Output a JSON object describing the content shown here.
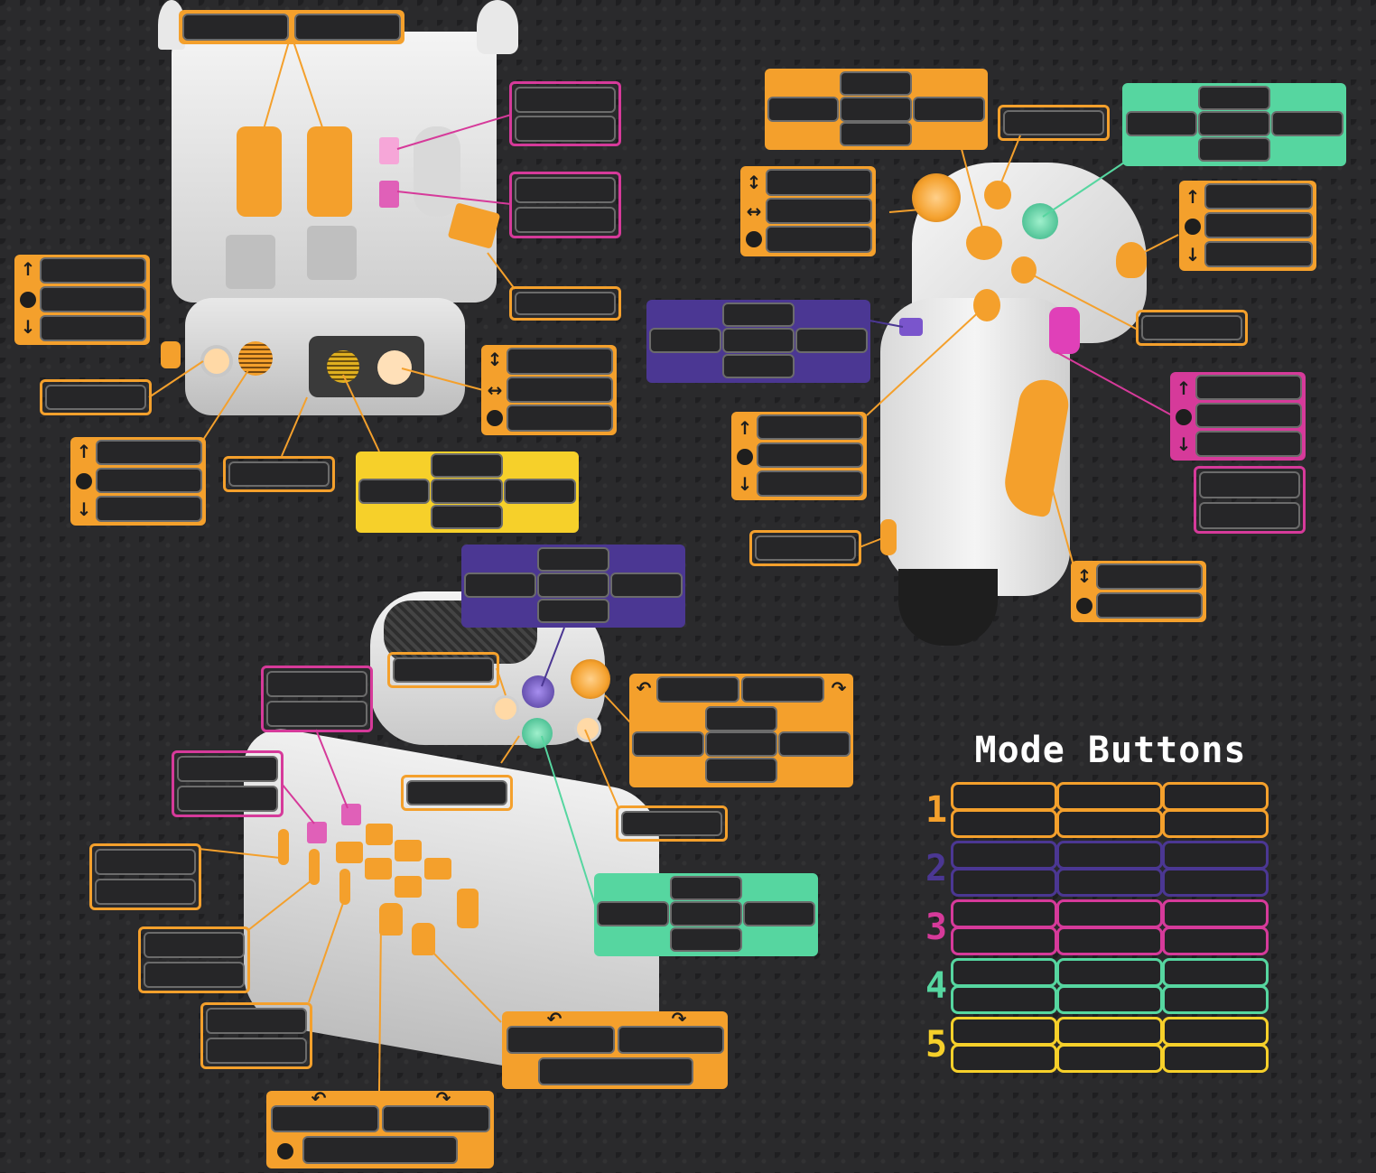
{
  "mode_section": {
    "title": "Mode Buttons",
    "modes": [
      {
        "number": "1",
        "color": "#f4a02c"
      },
      {
        "number": "2",
        "color": "#4b3793"
      },
      {
        "number": "3",
        "color": "#d63a9a"
      },
      {
        "number": "4",
        "color": "#56d6a0"
      },
      {
        "number": "5",
        "color": "#f6d02a"
      }
    ]
  },
  "colors": {
    "orange": "#f4a02c",
    "purple": "#4b3793",
    "pink": "#d63a9a",
    "green": "#56d6a0",
    "yellow": "#f6d02a",
    "slot": "#262628",
    "background": "#2a2a2c"
  },
  "icons": {
    "up": "↑",
    "down": "↓",
    "updown": "↕",
    "leftright": "↔",
    "rotate_left": "↶",
    "rotate_right": "↷"
  },
  "devices": [
    "throttle-quadrant",
    "flight-stick",
    "control-panel-throttle"
  ]
}
